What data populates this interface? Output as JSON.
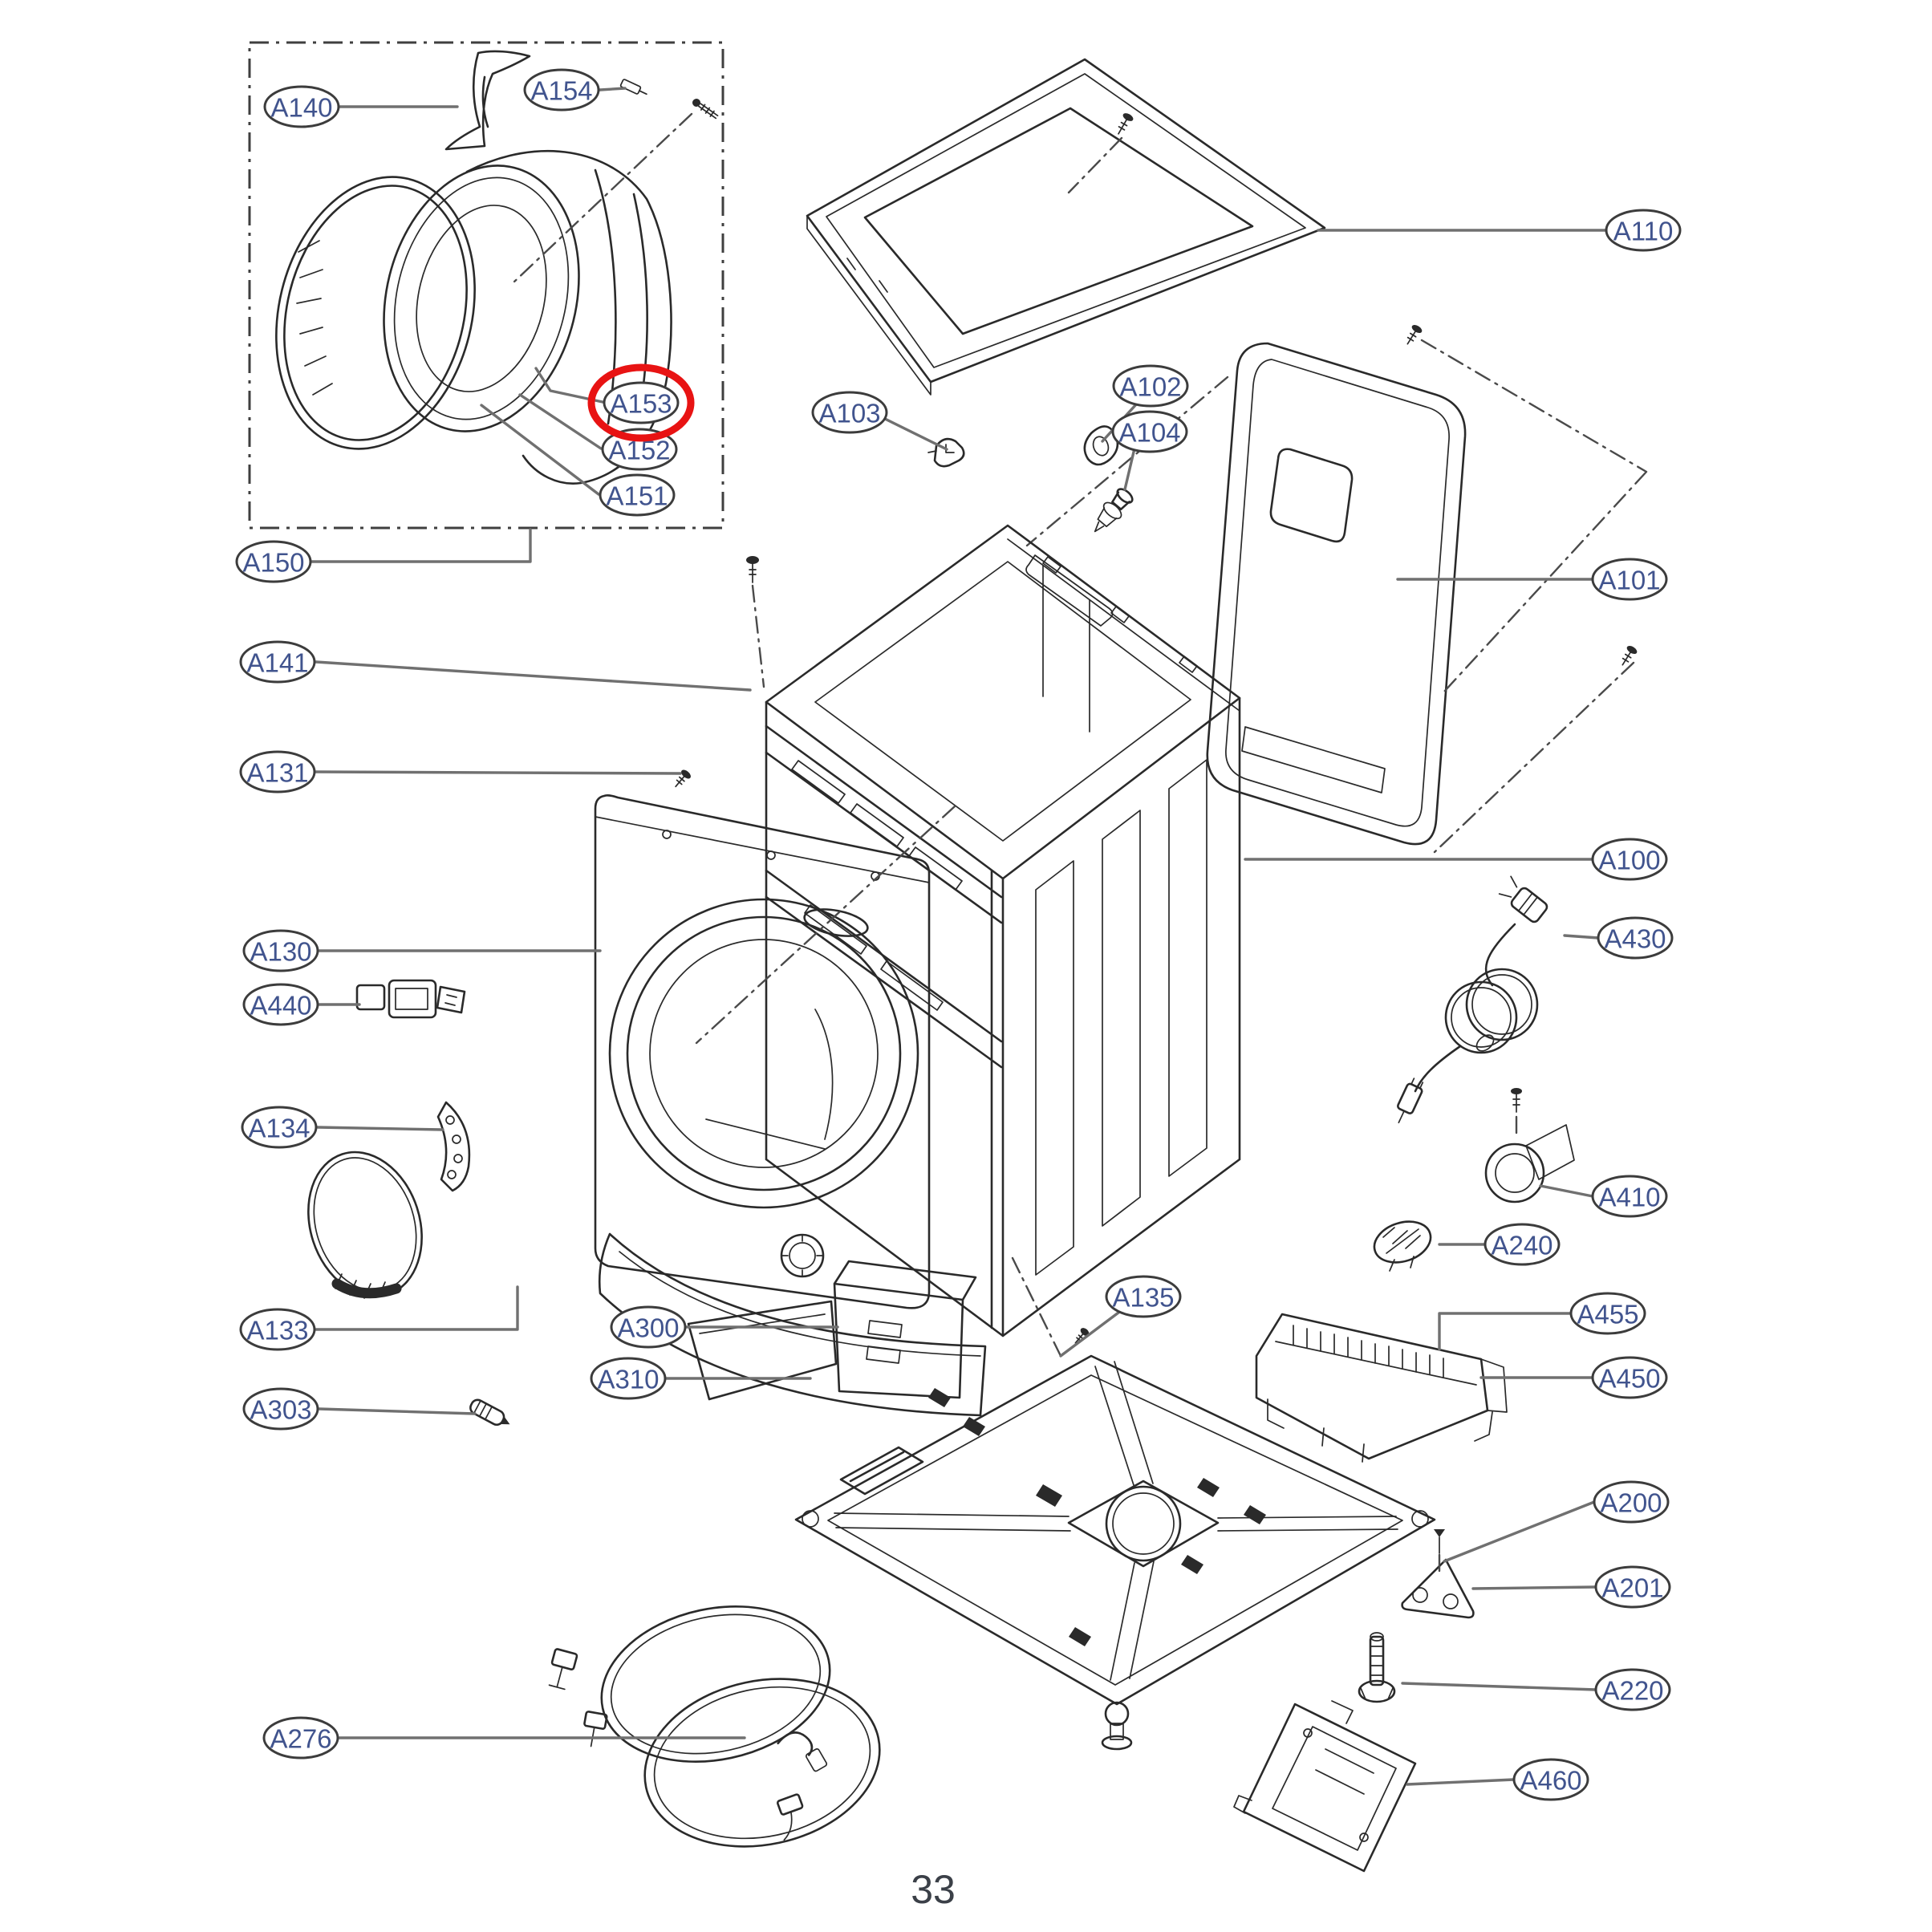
{
  "page_number": "33",
  "highlighted_part": "A153",
  "colors": {
    "label_text": "#41548e",
    "highlight_circle": "#e81313",
    "line_art": "#2a2a2a",
    "leader_line": "#707070"
  },
  "labels": {
    "a100": "A100",
    "a101": "A101",
    "a102": "A102",
    "a103": "A103",
    "a104": "A104",
    "a110": "A110",
    "a130": "A130",
    "a131": "A131",
    "a133": "A133",
    "a134": "A134",
    "a135": "A135",
    "a140": "A140",
    "a141": "A141",
    "a150": "A150",
    "a151": "A151",
    "a152": "A152",
    "a153": "A153",
    "a154": "A154",
    "a200": "A200",
    "a201": "A201",
    "a220": "A220",
    "a240": "A240",
    "a276": "A276",
    "a300": "A300",
    "a303": "A303",
    "a310": "A310",
    "a410": "A410",
    "a430": "A430",
    "a440": "A440",
    "a450": "A450",
    "a455": "A455",
    "a460": "A460"
  }
}
